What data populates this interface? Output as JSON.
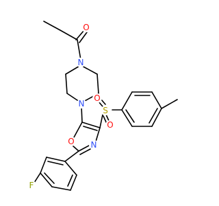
{
  "colors": {
    "bond": "#000000",
    "oxygen": "#ff0d0d",
    "nitrogen": "#3050f8",
    "sulfur": "#b2a000",
    "fluorine": "#8fa000",
    "background": "#ffffff"
  },
  "atoms": {
    "carbonyl_o": "O",
    "piperazine_n_top": "N",
    "piperazine_n_bottom": "N",
    "sulfonyl_s": "S",
    "sulfonyl_o_upper": "O",
    "sulfonyl_o_lower": "O",
    "oxazole_o": "O",
    "oxazole_n": "N",
    "fluorine": "F"
  }
}
